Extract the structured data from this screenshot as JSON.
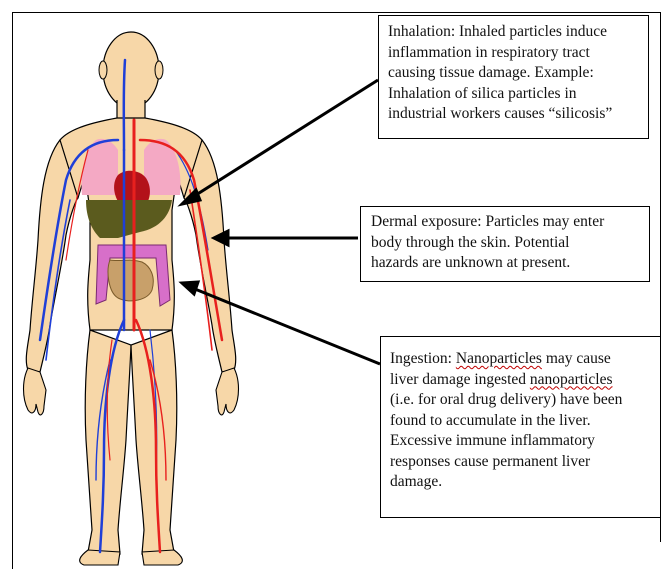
{
  "callouts": {
    "inhalation": {
      "lines": [
        "Inhalation: Inhaled particles induce",
        "inflammation in respiratory tract",
        "causing tissue damage. Example:",
        "Inhalation of silica particles in",
        "industrial workers causes “silicosis”"
      ]
    },
    "dermal": {
      "lines": [
        "Dermal exposure: Particles may enter",
        "body through the skin. Potential",
        "hazards are unknown at present."
      ]
    },
    "ingestion": {
      "line1_word": "Nanoparticles",
      "line1_rest": " may cause",
      "line2_start": "liver damage ingested ",
      "line2_word": "nanoparticles",
      "lines_rest": [
        "(i.e. for oral drug delivery) have been",
        "found to accumulate in the liver.",
        "Excessive immune inflammatory",
        "responses cause permanent liver",
        "damage."
      ],
      "line1_prefix": "Ingestion: "
    }
  },
  "colors": {
    "skin": "#f7d7a8",
    "skin_outline": "#000000",
    "artery": "#e8201e",
    "vein": "#1f3fd8",
    "lung": "#f4a9c4",
    "heart": "#b3121a",
    "liver": "#5b5b1e",
    "intestine": "#d76fc9",
    "small_intestine": "#c8a06a"
  }
}
